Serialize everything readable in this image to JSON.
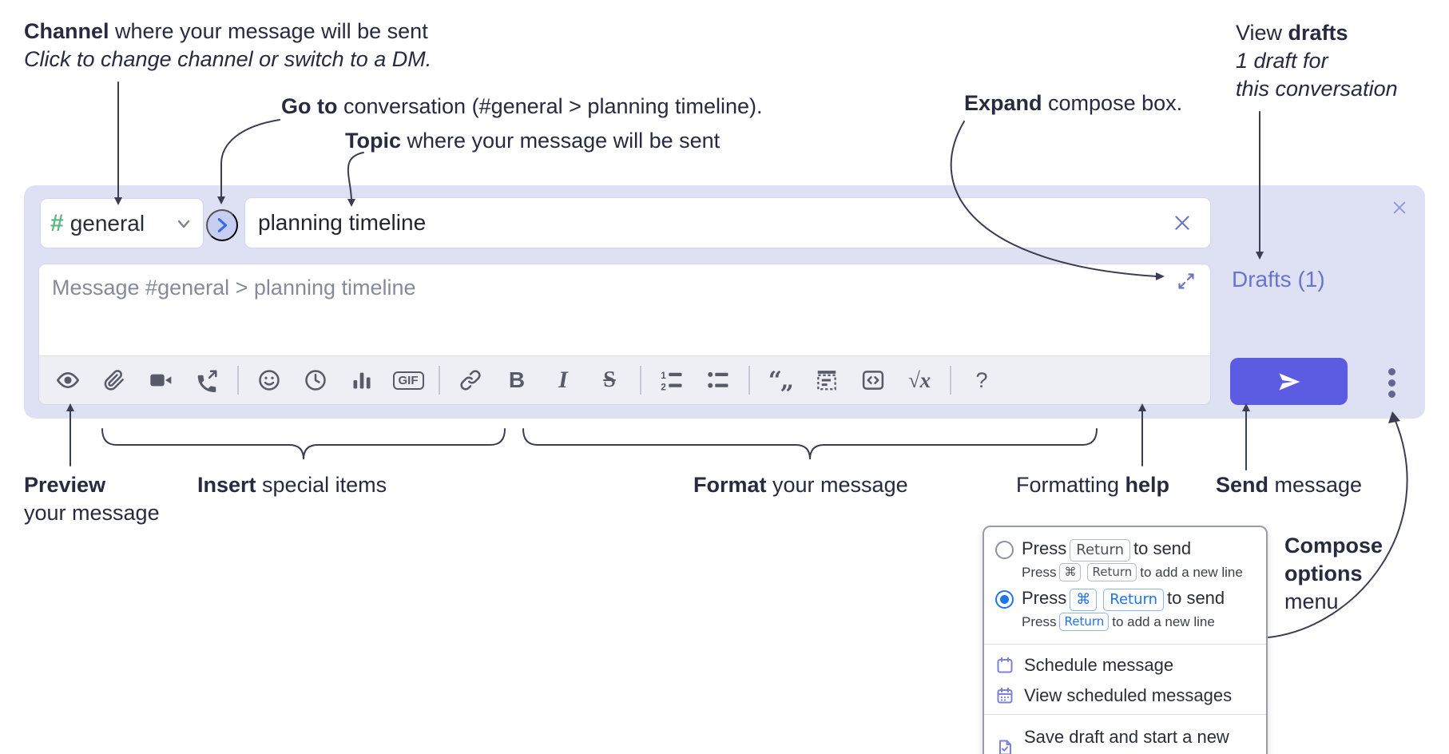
{
  "annotations": {
    "channel_bold": "Channel",
    "channel_rest": " where your message will be sent",
    "channel_sub": "Click to change channel or switch to a DM.",
    "goto_bold": "Go to",
    "goto_rest": " conversation (#general > planning timeline).",
    "topic_bold": "Topic",
    "topic_rest": " where your message will be sent",
    "expand_bold": "Expand",
    "expand_rest": " compose box.",
    "drafts_pre": "View ",
    "drafts_bold": "drafts",
    "drafts_line2": "1 draft for",
    "drafts_line3": "this conversation",
    "preview_bold": "Preview",
    "preview_line2": "your message",
    "insert_bold": "Insert",
    "insert_rest": " special items",
    "format_bold": "Format",
    "format_rest": " your message",
    "help_pre": "Formatting ",
    "help_bold": "help",
    "send_bold": "Send",
    "send_rest": " message",
    "compose_line1": "Compose",
    "compose_line2": "options",
    "compose_line3": "menu"
  },
  "compose": {
    "channel_name": "general",
    "topic_value": "planning timeline",
    "message_placeholder": "Message #general > planning timeline",
    "drafts_label": "Drafts (1)",
    "toolbar": {
      "gif": "GIF",
      "bold": "B",
      "italic": "I",
      "strike": "S",
      "quote": "“„",
      "math": "√x",
      "help": "?"
    }
  },
  "icons": {
    "hash": "#",
    "kebab": "⋮",
    "close": "✕",
    "chevron_down": "⌄",
    "chevron_right": "›",
    "expand": "⤢"
  },
  "menu": {
    "opt1_pre": "Press",
    "opt1_key": "Return",
    "opt1_post": "to send",
    "opt1_sub_pre": "Press",
    "opt1_sub_key1": "⌘",
    "opt1_sub_key2": "Return",
    "opt1_sub_post": "to add a new line",
    "opt2_pre": "Press",
    "opt2_key1": "⌘",
    "opt2_key2": "Return",
    "opt2_post": "to send",
    "opt2_sub_pre": "Press",
    "opt2_sub_key": "Return",
    "opt2_sub_post": "to add a new line",
    "items": [
      "Schedule message",
      "View scheduled messages",
      "Save draft and start a new message"
    ]
  },
  "colors": {
    "send_accent": "#5b5ce2",
    "container_lavender": "#dee1f4",
    "hash_green": "#5eb584",
    "drafts_link": "#6a74c9",
    "radio_selected_blue": "#2176e5",
    "menu_icon_purple": "#7c81da",
    "annotation_text": "#272a40"
  }
}
